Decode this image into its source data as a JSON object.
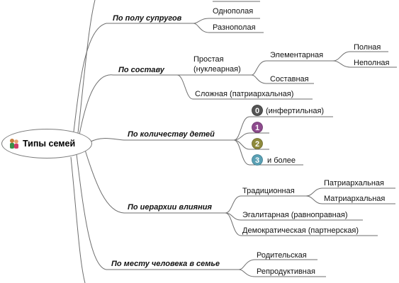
{
  "root": {
    "label": "Типы семей",
    "icon": "family-icon"
  },
  "categories": {
    "spouse_gender": {
      "label": "По полу супругов",
      "items": [
        "Однополая",
        "Разнополая"
      ]
    },
    "composition": {
      "label": "По составу",
      "simple": "Простая\n(нуклеарная)",
      "simple_children": [
        "Элементарная",
        "Составная"
      ],
      "elementary_children": [
        "Полная",
        "Неполная"
      ],
      "complex": "Сложная (патриархальная)"
    },
    "children_count": {
      "label": "По количеству детей",
      "items": [
        {
          "icon": "number-0-icon",
          "digit": "0",
          "color": "#5a5a5a",
          "text": "(инфертильная)"
        },
        {
          "icon": "number-1-icon",
          "digit": "1",
          "color": "#8d4a8d",
          "text": ""
        },
        {
          "icon": "number-2-icon",
          "digit": "2",
          "color": "#8e8a3c",
          "text": ""
        },
        {
          "icon": "number-3-icon",
          "digit": "3",
          "color": "#5aa0b4",
          "text": "и более"
        }
      ]
    },
    "hierarchy": {
      "label": "По иерархии влияния",
      "traditional": "Традиционная",
      "traditional_children": [
        "Патриархальная",
        "Матриархальная"
      ],
      "others": [
        "Эгалитарная (равноправная)",
        "Демократическая (партнерская)"
      ]
    },
    "person_place": {
      "label": "По месту человека в семье",
      "items": [
        "Родительская",
        "Репродуктивная"
      ]
    }
  }
}
